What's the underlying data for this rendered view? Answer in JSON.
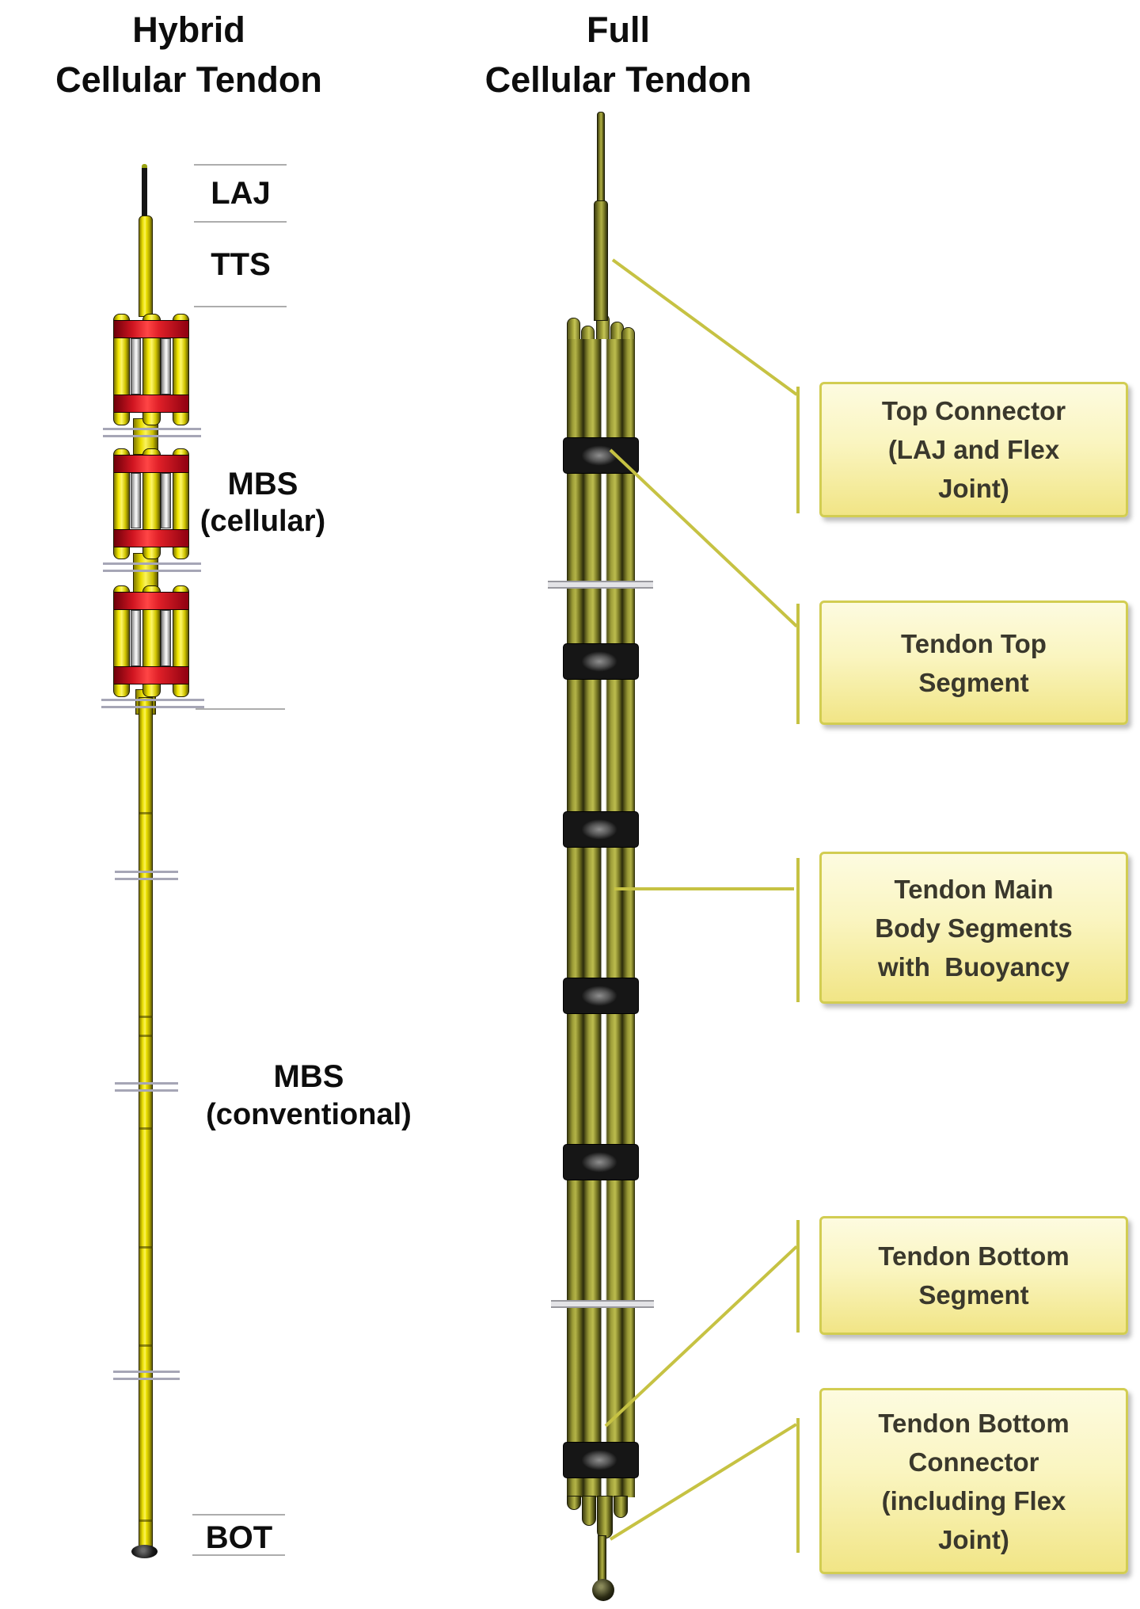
{
  "titles": {
    "hybrid": [
      "Hybrid",
      "Cellular Tendon"
    ],
    "full": [
      "Full",
      "Cellular Tendon"
    ]
  },
  "hybrid_labels": {
    "laj": "LAJ",
    "tts": "TTS",
    "mbs_cellular": [
      "MBS",
      "(cellular)"
    ],
    "mbs_conventional": [
      "MBS",
      "(conventional)"
    ],
    "bot": "BOT"
  },
  "callouts": [
    {
      "name": "top-connector",
      "lines": [
        "Top Connector",
        "(LAJ and Flex",
        "Joint)"
      ]
    },
    {
      "name": "tendon-top-segment",
      "lines": [
        "Tendon Top",
        "Segment"
      ]
    },
    {
      "name": "tendon-main-body",
      "lines": [
        "Tendon Main",
        "Body Segments",
        "with  Buoyancy"
      ]
    },
    {
      "name": "tendon-bottom-segment",
      "lines": [
        "Tendon Bottom",
        "Segment"
      ]
    },
    {
      "name": "tendon-bottom-connector",
      "lines": [
        "Tendon Bottom",
        "Connector",
        "(including Flex",
        "Joint)"
      ]
    }
  ],
  "colors": {
    "hybrid_tendon_yellow": "#e8dc00",
    "hybrid_band_red": "#d8202a",
    "full_tendon_olive": "#8e8e2f",
    "callout_fill_top": "#fdfbe0",
    "callout_fill_bottom": "#f1e586",
    "callout_border": "#d2cd52",
    "leader_line": "#c6c243",
    "section_line_gray": "#adadad"
  }
}
